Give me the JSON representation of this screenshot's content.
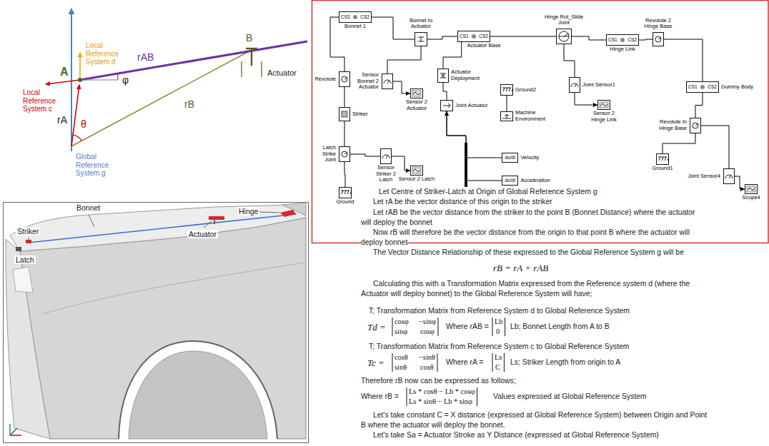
{
  "diagram": {
    "nodes": [
      {
        "text": [
          "CS3",
          "CS2",
          "Bonnet 1"
        ]
      },
      {
        "text": [
          "Bonnet to Actuator"
        ]
      },
      {
        "text": [
          "CS1",
          "CS2",
          "Actuator Base"
        ]
      },
      {
        "text": [
          "Revolute"
        ]
      },
      {
        "text": [
          "Striker"
        ]
      },
      {
        "text": [
          "Latch Strike Joint"
        ]
      },
      {
        "text": [
          "Ground"
        ]
      },
      {
        "text": [
          "Sensor Bonnet 2 Actuator"
        ]
      },
      {
        "text": [
          "Sensor 2 Actuator"
        ]
      },
      {
        "text": [
          "Actuator Deployment"
        ]
      },
      {
        "text": [
          "Joint Actuator"
        ]
      },
      {
        "text": [
          "Ground2"
        ]
      },
      {
        "text": [
          "Machine Environment"
        ]
      },
      {
        "text": [
          "Sensor Striker 2 Latch"
        ]
      },
      {
        "text": [
          "Sensor 2 Latch"
        ]
      },
      {
        "text": [
          "du/dt",
          "Velocity"
        ]
      },
      {
        "text": [
          "du/dt",
          "Acceleration"
        ]
      },
      {
        "text": [
          "Hinge Rot_Slide Joint"
        ]
      },
      {
        "text": [
          "CS1",
          "CS2",
          "Hinge Link"
        ]
      },
      {
        "text": [
          "Revolute 2 Hinge Base"
        ]
      },
      {
        "text": [
          "Joint Sensor1"
        ]
      },
      {
        "text": [
          "Sensor 2 Hinge Link"
        ]
      },
      {
        "text": [
          "CS1",
          "CS2",
          "Dummy Body"
        ]
      },
      {
        "text": [
          "Revolute In Hinge Base"
        ]
      },
      {
        "text": [
          "Ground1"
        ]
      },
      {
        "text": [
          "Joint Sensor4"
        ]
      },
      {
        "text": [
          "Scope4"
        ]
      }
    ],
    "edges": [
      {
        "from": 0,
        "to": 1,
        "arrow": "none"
      },
      {
        "from": 1,
        "to": 2,
        "arrow": "none"
      },
      {
        "from": 2,
        "to": 17,
        "arrow": "none"
      },
      {
        "from": 17,
        "to": 18,
        "arrow": "none"
      },
      {
        "from": 18,
        "to": 19,
        "arrow": "none"
      },
      {
        "from": 19,
        "to": 22,
        "arrow": "none"
      },
      {
        "from": 22,
        "to": 23,
        "arrow": "none"
      },
      {
        "from": 23,
        "to": 24,
        "arrow": "none"
      },
      {
        "from": 23,
        "to": 25,
        "arrow": "none"
      },
      {
        "from": 25,
        "to": 26,
        "arrow": "to"
      },
      {
        "from": 17,
        "to": 20,
        "arrow": "none"
      },
      {
        "from": 20,
        "to": 21,
        "arrow": "to"
      },
      {
        "from": 0,
        "to": 3,
        "arrow": "none"
      },
      {
        "from": 3,
        "to": 4,
        "arrow": "none"
      },
      {
        "from": 4,
        "to": 5,
        "arrow": "none"
      },
      {
        "from": 5,
        "to": 6,
        "arrow": "none"
      },
      {
        "from": 5,
        "to": 13,
        "arrow": "none"
      },
      {
        "from": 13,
        "to": 14,
        "arrow": "to"
      },
      {
        "from": 1,
        "to": 7,
        "arrow": "none"
      },
      {
        "from": 7,
        "to": 8,
        "arrow": "to"
      },
      {
        "from": 2,
        "to": 9,
        "arrow": "none"
      },
      {
        "from": 9,
        "to": 10,
        "arrow": "none"
      },
      {
        "from": 11,
        "to": 12,
        "arrow": "none"
      },
      {
        "from": 15,
        "to": 10,
        "arrow": "to"
      },
      {
        "from": 16,
        "to": 10,
        "arrow": "to"
      }
    ],
    "labels": [
      "B",
      "rAB",
      "Actuator",
      "A",
      "Local Reference System d",
      "Local Reference System c",
      "φ",
      "rA",
      "θ",
      "rB",
      "Global Reference System g",
      "Bonnet",
      "Striker",
      "Latch",
      "Actuator",
      "Hinge",
      "Let Centre of Striker-Latch at Origin of Global Reference System g",
      "Let rA be the vector distance of this origin to the striker",
      "Let rAB be the vector distance from the striker to the point B (Bonnet Distance) where the actuator",
      "will deploy the bonnet",
      "Now rB will therefore be the vector distance from the origin to that point B where the actuator will",
      "deploy bonnet",
      "The Vector Distance Relationship of these expressed to the Global Reference System g will be",
      "rB = rA + rAB",
      "Calculating this with a Transformation Matrix expressed from the Reference system d (where the",
      "Actuator will deploy bonnet) to the Global Reference System will have;",
      "T; Transformation Matrix from Reference System d to Global Reference System",
      "Td =",
      "cosφ",
      "−sinφ",
      "sinφ",
      "cosφ",
      "Where rAB =",
      "Lb",
      "0",
      "Lb; Bonnet Length from A to B",
      "T; Transformation Matrix from Reference System c to Global Reference System",
      "Tc =",
      "cosθ",
      "−sinθ",
      "sinθ",
      "cosθ",
      "Where rA =",
      "Ls",
      "C",
      "Ls; Striker Length from origin to A",
      "Therefore rB now can be expressed as follows;",
      "Where rB =",
      "Ls * cosθ − Lb * cosφ",
      "Ls * sinθ − Lb * sinφ",
      "Values expressed at Global Reference System",
      "Let's take constant C = X distance (expressed at Global Reference System) between Origin and Point",
      "B where the actuator will deploy the bonnet.",
      "Let's take Sa = Actuator Stroke as Y Distance (expressed at Global Reference System)"
    ]
  }
}
